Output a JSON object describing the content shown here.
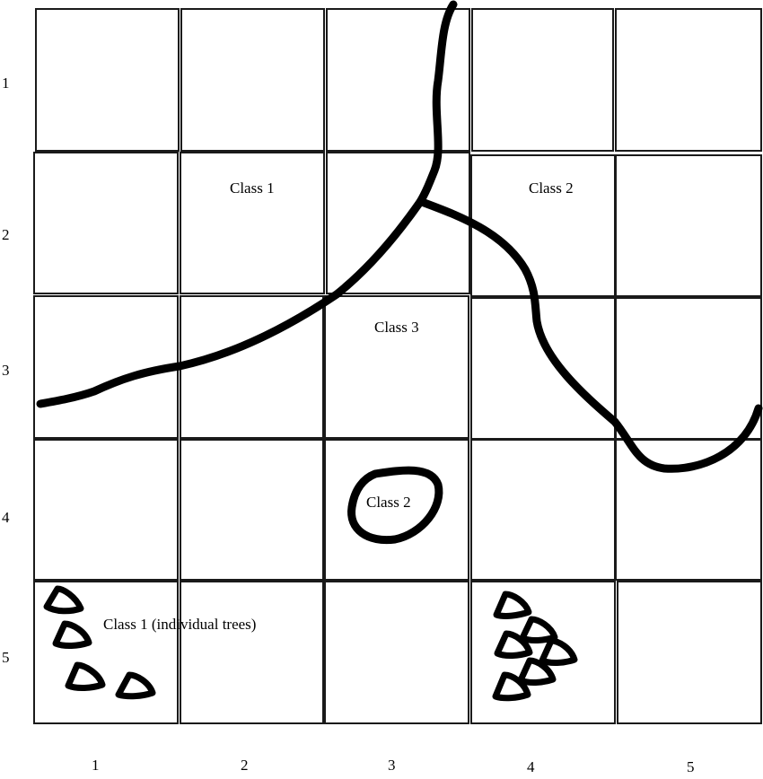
{
  "grid": {
    "rows": 5,
    "cols": 5,
    "row_labels": [
      "1",
      "2",
      "3",
      "4",
      "5"
    ],
    "col_labels": [
      "1",
      "2",
      "3",
      "4",
      "5"
    ]
  },
  "regions": {
    "class1_label": "Class 1",
    "class2_upper_label": "Class 2",
    "class3_label": "Class 3",
    "class2_island_label": "Class 2",
    "class1_trees_label": "Class 1 (individual trees)"
  },
  "colors": {
    "line": "#000000",
    "grid": "#1a1a1a",
    "background": "#ffffff"
  }
}
